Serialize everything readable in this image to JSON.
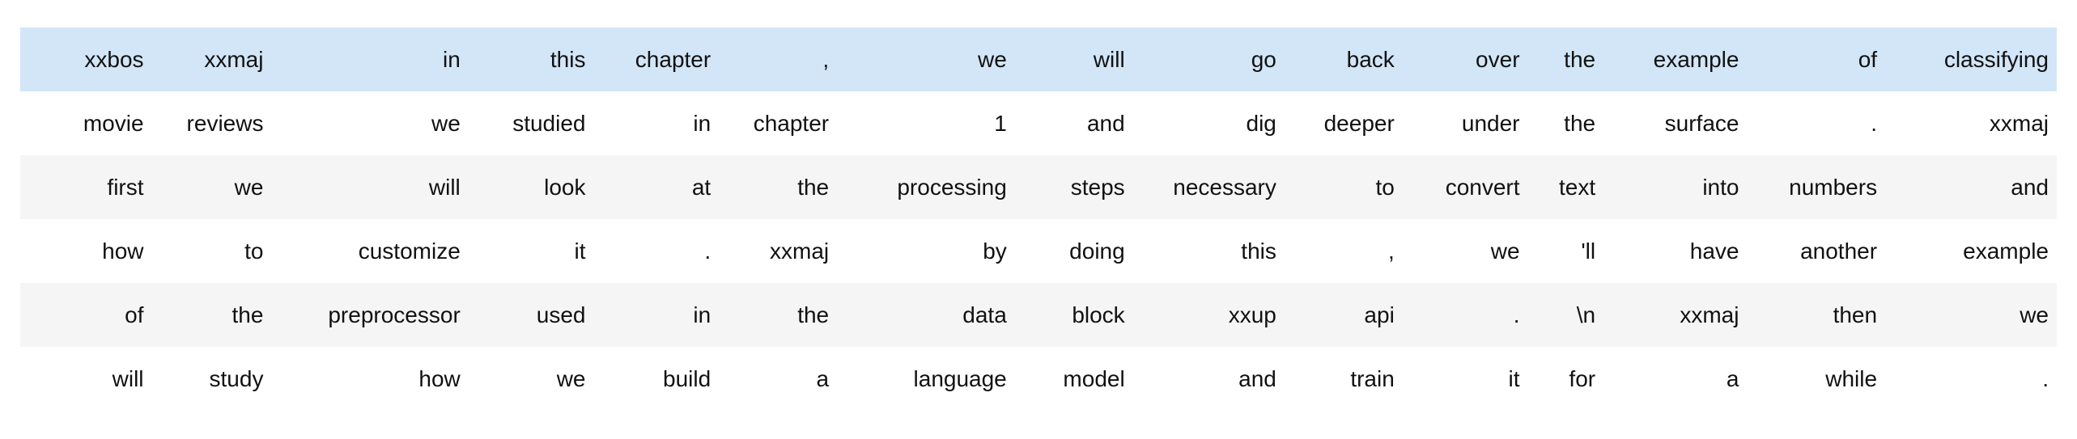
{
  "colors": {
    "background": "#ffffff",
    "highlight_row": "#d2e6f7",
    "stripe_row": "#f5f5f5",
    "text": "#111111"
  },
  "table": {
    "rows": [
      {
        "highlighted": true,
        "cells": [
          "xxbos",
          "xxmaj",
          "in",
          "this",
          "chapter",
          ",",
          "we",
          "will",
          "go",
          "back",
          "over",
          "the",
          "example",
          "of",
          "classifying"
        ]
      },
      {
        "highlighted": false,
        "cells": [
          "movie",
          "reviews",
          "we",
          "studied",
          "in",
          "chapter",
          "1",
          "and",
          "dig",
          "deeper",
          "under",
          "the",
          "surface",
          ".",
          "xxmaj"
        ]
      },
      {
        "highlighted": false,
        "cells": [
          "first",
          "we",
          "will",
          "look",
          "at",
          "the",
          "processing",
          "steps",
          "necessary",
          "to",
          "convert",
          "text",
          "into",
          "numbers",
          "and"
        ]
      },
      {
        "highlighted": false,
        "cells": [
          "how",
          "to",
          "customize",
          "it",
          ".",
          "xxmaj",
          "by",
          "doing",
          "this",
          ",",
          "we",
          "'ll",
          "have",
          "another",
          "example"
        ]
      },
      {
        "highlighted": false,
        "cells": [
          "of",
          "the",
          "preprocessor",
          "used",
          "in",
          "the",
          "data",
          "block",
          "xxup",
          "api",
          ".",
          "\\n",
          "xxmaj",
          "then",
          "we"
        ]
      },
      {
        "highlighted": false,
        "cells": [
          "will",
          "study",
          "how",
          "we",
          "build",
          "a",
          "language",
          "model",
          "and",
          "train",
          "it",
          "for",
          "a",
          "while",
          "."
        ]
      }
    ]
  }
}
